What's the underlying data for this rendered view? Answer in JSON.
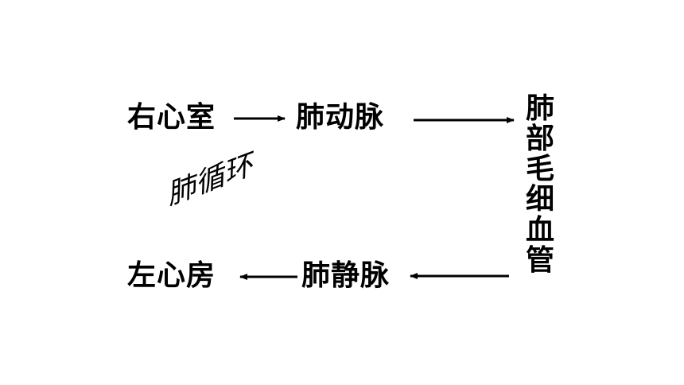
{
  "diagram": {
    "nodes": {
      "right_ventricle": "右心室",
      "pulmonary_artery": "肺动脉",
      "pulmonary_capillaries": "肺部毛细血管",
      "pulmonary_vein": "肺静脉",
      "left_atrium": "左心房"
    },
    "cycle_label": "肺循环",
    "edges": [
      {
        "from": "右心室",
        "to": "肺动脉"
      },
      {
        "from": "肺动脉",
        "to": "肺部毛细血管"
      },
      {
        "from": "肺部毛细血管",
        "to": "肺静脉"
      },
      {
        "from": "肺静脉",
        "to": "左心房"
      }
    ],
    "colors": {
      "text": "#000000",
      "arrow": "#000000",
      "background": "#ffffff"
    }
  }
}
